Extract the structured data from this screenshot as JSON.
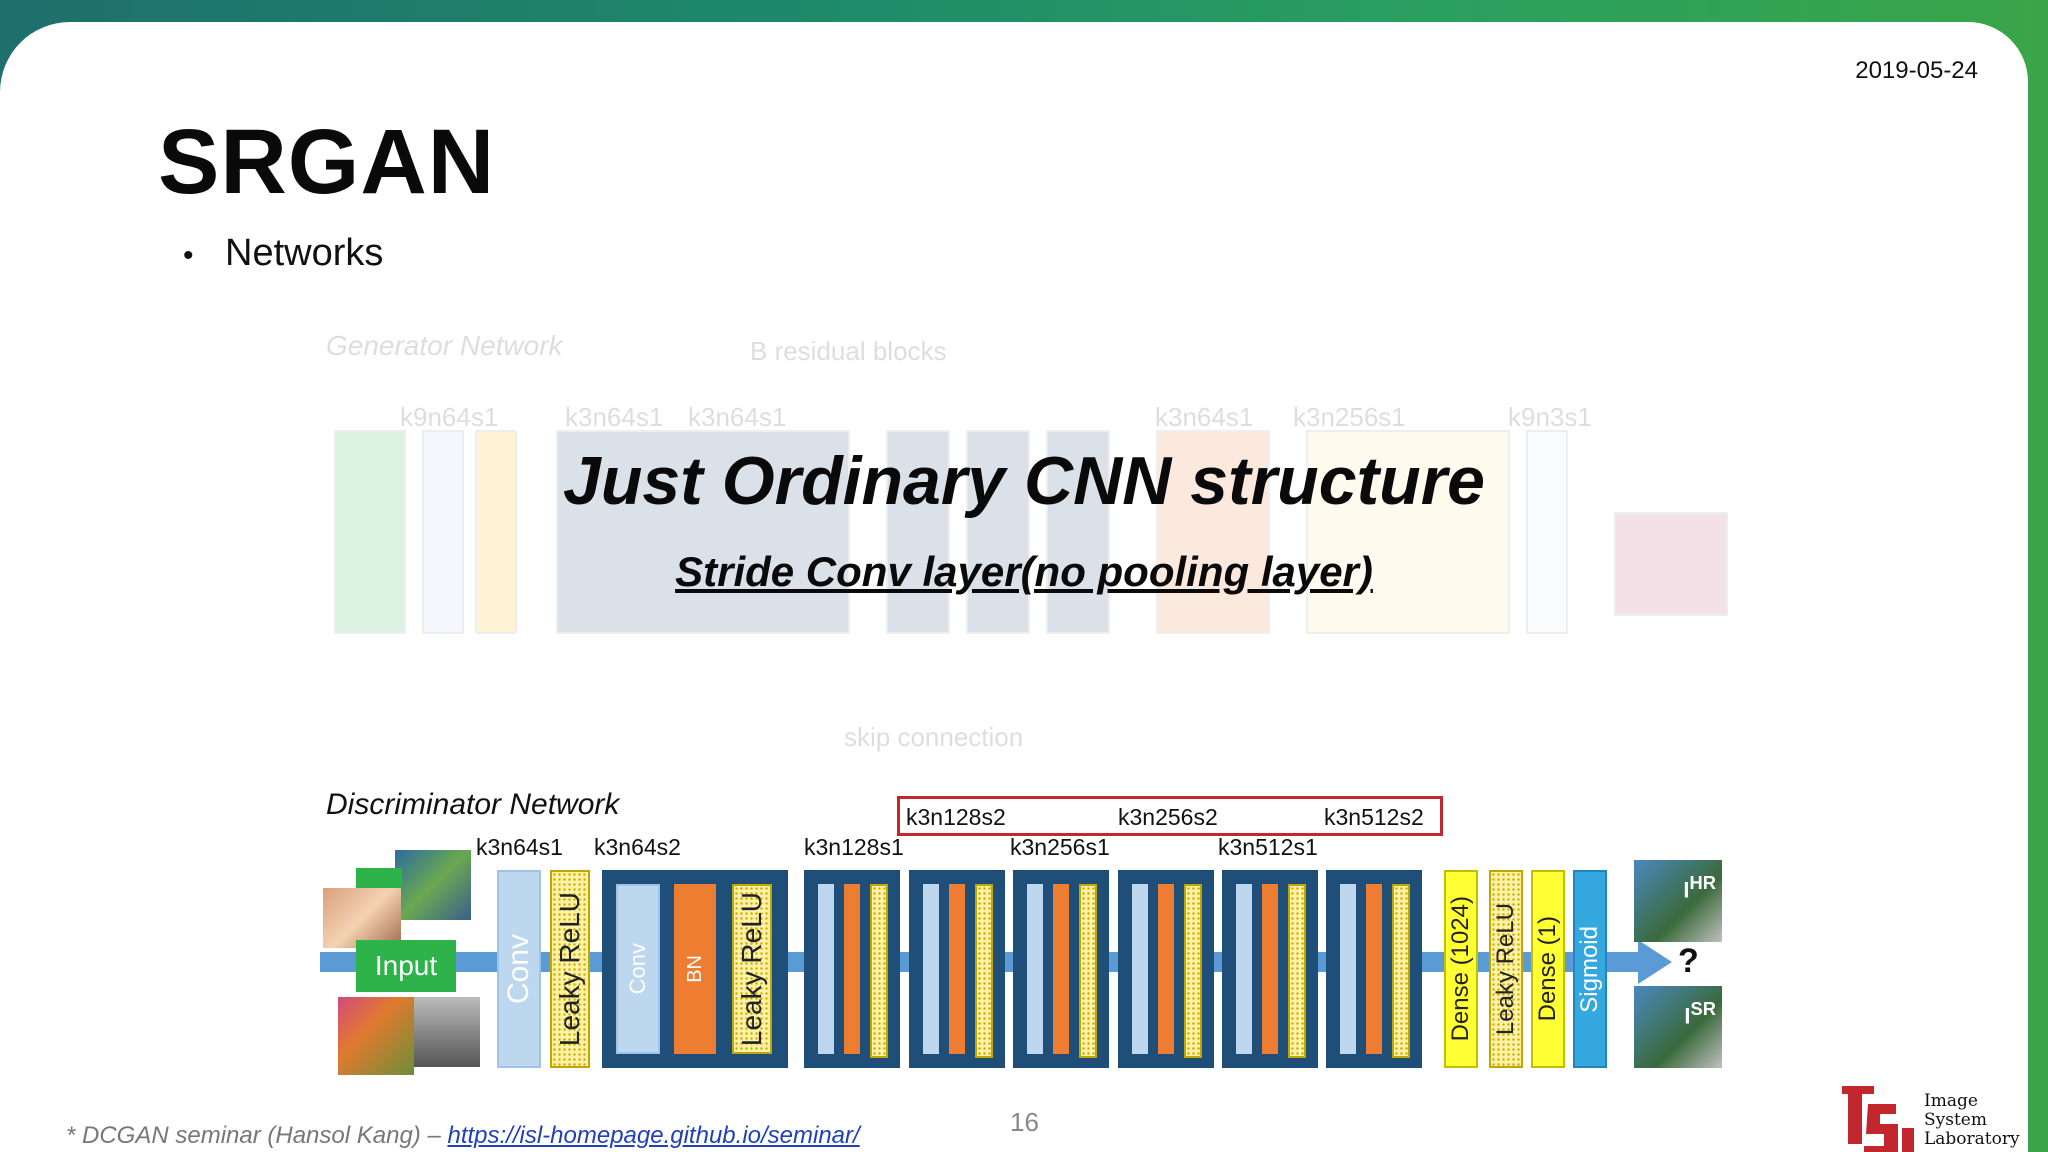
{
  "date": "2019-05-24",
  "title": "SRGAN",
  "bullet": "Networks",
  "generator": {
    "title": "Generator Network",
    "residual_label": "B residual blocks",
    "skip_label": "skip connection",
    "labels": [
      "k9n64s1",
      "k3n64s1",
      "k3n64s1",
      "k3n64s1",
      "k3n256s1",
      "k9n3s1"
    ]
  },
  "overlay": {
    "headline": "Just Ordinary CNN structure",
    "subline": "Stride Conv layer(no pooling layer)"
  },
  "discriminator": {
    "title": "Discriminator Network",
    "labels_top": [
      "k3n64s1",
      "k3n64s2",
      "k3n128s1",
      "k3n256s1",
      "k3n512s1"
    ],
    "labels_red": [
      "k3n128s2",
      "k3n256s2",
      "k3n512s2"
    ],
    "input_label": "Input",
    "conv_label": "Conv",
    "relu_label": "Leaky ReLU",
    "bn_label": "BN",
    "dense1": "Dense (1024)",
    "dense2": "Dense (1)",
    "sigmoid": "Sigmoid",
    "out_hr": "I",
    "out_hr_sup": "HR",
    "out_sr": "I",
    "out_sr_sup": "SR",
    "question": "?"
  },
  "footer": {
    "prefix": "* DCGAN seminar (Hansol Kang) – ",
    "link": "https://isl-homepage.github.io/seminar/"
  },
  "page_number": "16",
  "logo": {
    "line1": "Image",
    "line2": "System",
    "line3": "Laboratory"
  },
  "colors": {
    "accent_red": "#c1272d",
    "block_blue": "#1f4e79",
    "arrow_blue": "#5b9bd5",
    "bn_orange": "#ed7d31",
    "dense_yellow": "#ffff33",
    "sigmoid_blue": "#35a8e0"
  }
}
